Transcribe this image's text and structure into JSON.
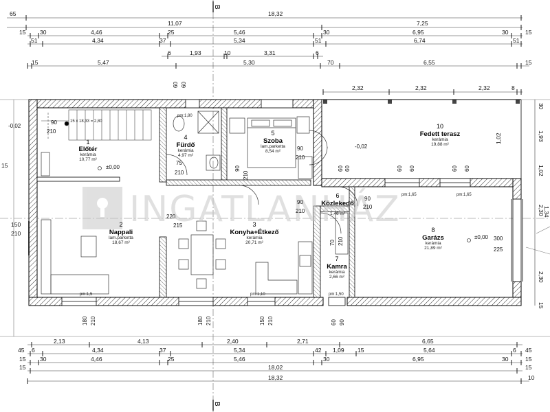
{
  "axis_label": "B",
  "watermark": "INGATLANHÁZ",
  "top_dims": {
    "row1": [
      "65",
      "18,32"
    ],
    "row2": [
      "11,07",
      "7,25"
    ],
    "row3": [
      "15",
      "30",
      "4,46",
      "25",
      "5,46",
      "30",
      "6,95",
      "30",
      "15"
    ],
    "row4": [
      "51",
      "4,34",
      "37",
      "5,34",
      "51",
      "6,74",
      "51"
    ],
    "row5": [
      "6",
      "1,93",
      "10",
      "3,31",
      "6"
    ],
    "row6": [
      "15",
      "5,47",
      "5,30",
      "70",
      "6,55",
      "15"
    ],
    "terrace": [
      "2,32",
      "2,32",
      "2,32",
      "8"
    ]
  },
  "bottom_dims": {
    "row1": [
      "2,13",
      "4,13",
      "2,40",
      "2,71",
      "6,65"
    ],
    "row2": [
      "45",
      "6",
      "4,34",
      "37",
      "5,34",
      "42",
      "1,09",
      "15",
      "5,64",
      "6",
      "45"
    ],
    "row3": [
      "15",
      "30",
      "4,46",
      "25",
      "5,46",
      "30",
      "6,95",
      "30",
      "15"
    ],
    "row4": [
      "15",
      "18,02",
      "15"
    ],
    "row5": [
      "18,32",
      "10"
    ]
  },
  "side_dims": {
    "right": [
      "1,93",
      "1,02",
      "2,30",
      "2,30",
      "1,34",
      "30",
      "15"
    ],
    "left": [
      "150",
      "210",
      "15",
      "-0,02"
    ]
  },
  "rooms": [
    {
      "num": "1",
      "name": "Előtér",
      "floor": "kerámia",
      "area": "10,77 m²"
    },
    {
      "num": "2",
      "name": "Nappali",
      "floor": "lam.parketta",
      "area": "18,67 m²"
    },
    {
      "num": "3",
      "name": "Konyha+Étkező",
      "floor": "kerámia",
      "area": "20,71 m²"
    },
    {
      "num": "4",
      "name": "Fürdő",
      "floor": "kerámia",
      "area": "4,97 m²"
    },
    {
      "num": "5",
      "name": "Szoba",
      "floor": "lam.parketta",
      "area": "8,54 m²"
    },
    {
      "num": "6",
      "name": "Közlekedő",
      "floor": "",
      "area": "1,46 m²"
    },
    {
      "num": "7",
      "name": "Kamra",
      "floor": "kerámia",
      "area": "2,66 m²"
    },
    {
      "num": "8",
      "name": "Garázs",
      "floor": "kerámia",
      "area": "21,89 m²"
    },
    {
      "num": "10",
      "name": "Fedett terasz",
      "floor": "kerámia",
      "area": "19,88 m²"
    }
  ],
  "openings": {
    "o1": "90",
    "o1b": "210",
    "o2": "75",
    "o2b": "210",
    "o3": "90",
    "o3b": "210",
    "o4": "90",
    "o4b": "210",
    "o5": "90",
    "o5b": "210",
    "o6": "220",
    "o6b": "215",
    "o7": "70",
    "o7b": "210",
    "o8": "300",
    "o8b": "225",
    "o9": "60",
    "o9b": "60",
    "o10": "60",
    "o10b": "60",
    "b1": "180",
    "b1b": "210",
    "b2": "180",
    "b2b": "210",
    "b3": "150",
    "b3b": "210",
    "b4": "60",
    "b4b": "90",
    "t1": "60",
    "t2": "60",
    "t3": "60",
    "t4": "60",
    "w1": "90",
    "w1b": "210"
  },
  "levels": {
    "l1": "±0,00",
    "l2": "±0,00",
    "l3": "-0,02",
    "l4": "-0,02",
    "p1": "pm:1,80",
    "p2": "pm:1,5",
    "p3": "pm:1,10",
    "p4": "pm:1,50",
    "p5": "pm:1,65",
    "p6": "pm:1,65"
  },
  "stair_note": "15 x 18,33 = 2,80"
}
